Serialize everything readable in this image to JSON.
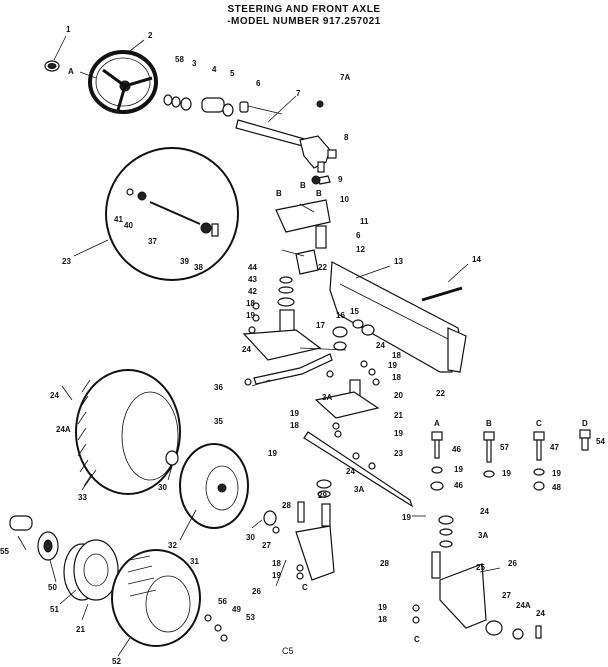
{
  "title": {
    "line1": "STEERING AND FRONT AXLE",
    "line2": "-MODEL NUMBER 917.257021"
  },
  "footer_code": "C5",
  "callouts": [
    {
      "id": "c1",
      "text": "1"
    },
    {
      "id": "c2",
      "text": "2"
    },
    {
      "id": "cA",
      "text": "A"
    },
    {
      "id": "c58",
      "text": "58"
    },
    {
      "id": "c3",
      "text": "3"
    },
    {
      "id": "c4",
      "text": "4"
    },
    {
      "id": "c5",
      "text": "5"
    },
    {
      "id": "c6",
      "text": "6"
    },
    {
      "id": "c7A",
      "text": "7A"
    },
    {
      "id": "c7",
      "text": "7"
    },
    {
      "id": "c8",
      "text": "8"
    },
    {
      "id": "c9",
      "text": "9"
    },
    {
      "id": "cB1",
      "text": "B"
    },
    {
      "id": "cB2",
      "text": "B"
    },
    {
      "id": "cB3",
      "text": "B"
    },
    {
      "id": "c10",
      "text": "10"
    },
    {
      "id": "c11",
      "text": "11"
    },
    {
      "id": "c6b",
      "text": "6"
    },
    {
      "id": "c12",
      "text": "12"
    },
    {
      "id": "c13",
      "text": "13"
    },
    {
      "id": "c14",
      "text": "14"
    },
    {
      "id": "c22a",
      "text": "22"
    },
    {
      "id": "c41",
      "text": "41"
    },
    {
      "id": "c40",
      "text": "40"
    },
    {
      "id": "c37",
      "text": "37"
    },
    {
      "id": "c39",
      "text": "39"
    },
    {
      "id": "c38",
      "text": "38"
    },
    {
      "id": "c23a",
      "text": "23"
    },
    {
      "id": "c44",
      "text": "44"
    },
    {
      "id": "c43",
      "text": "43"
    },
    {
      "id": "c42",
      "text": "42"
    },
    {
      "id": "c18a",
      "text": "18"
    },
    {
      "id": "c19a",
      "text": "19"
    },
    {
      "id": "c17",
      "text": "17"
    },
    {
      "id": "c16",
      "text": "16"
    },
    {
      "id": "c15",
      "text": "15"
    },
    {
      "id": "c24a",
      "text": "24"
    },
    {
      "id": "c24b",
      "text": "24"
    },
    {
      "id": "c18b",
      "text": "18"
    },
    {
      "id": "c19b",
      "text": "19"
    },
    {
      "id": "c3Aa",
      "text": "3A"
    },
    {
      "id": "c18c",
      "text": "18"
    },
    {
      "id": "c36",
      "text": "36"
    },
    {
      "id": "c22b",
      "text": "22"
    },
    {
      "id": "c20",
      "text": "20"
    },
    {
      "id": "c19c",
      "text": "19"
    },
    {
      "id": "c18d",
      "text": "18"
    },
    {
      "id": "c21",
      "text": "21"
    },
    {
      "id": "c24c",
      "text": "24"
    },
    {
      "id": "c24Aa",
      "text": "24A"
    },
    {
      "id": "c35",
      "text": "35"
    },
    {
      "id": "c19d",
      "text": "19"
    },
    {
      "id": "c19e",
      "text": "19"
    },
    {
      "id": "c23b",
      "text": "23"
    },
    {
      "id": "c24d",
      "text": "24"
    },
    {
      "id": "c3Ab",
      "text": "3A"
    },
    {
      "id": "cAb",
      "text": "A"
    },
    {
      "id": "c46a",
      "text": "46"
    },
    {
      "id": "c19f",
      "text": "19"
    },
    {
      "id": "c46b",
      "text": "46"
    },
    {
      "id": "cBb",
      "text": "B"
    },
    {
      "id": "c57",
      "text": "57"
    },
    {
      "id": "c19g",
      "text": "19"
    },
    {
      "id": "cC",
      "text": "C"
    },
    {
      "id": "c47",
      "text": "47"
    },
    {
      "id": "c19h",
      "text": "19"
    },
    {
      "id": "c48",
      "text": "48"
    },
    {
      "id": "cD",
      "text": "D"
    },
    {
      "id": "c54",
      "text": "54"
    },
    {
      "id": "c33",
      "text": "33"
    },
    {
      "id": "c30a",
      "text": "30"
    },
    {
      "id": "c32",
      "text": "32"
    },
    {
      "id": "c30b",
      "text": "30"
    },
    {
      "id": "c28a",
      "text": "28"
    },
    {
      "id": "c29",
      "text": "29"
    },
    {
      "id": "c27a",
      "text": "27"
    },
    {
      "id": "c31",
      "text": "31"
    },
    {
      "id": "c24e",
      "text": "24"
    },
    {
      "id": "c19i",
      "text": "19"
    },
    {
      "id": "c3Ac",
      "text": "3A"
    },
    {
      "id": "c26a",
      "text": "26"
    },
    {
      "id": "c18e",
      "text": "18"
    },
    {
      "id": "c19j",
      "text": "19"
    },
    {
      "id": "cCb",
      "text": "C"
    },
    {
      "id": "c28b",
      "text": "28"
    },
    {
      "id": "c25",
      "text": "25"
    },
    {
      "id": "c26b",
      "text": "26"
    },
    {
      "id": "c19k",
      "text": "19"
    },
    {
      "id": "c18f",
      "text": "18"
    },
    {
      "id": "cCc",
      "text": "C"
    },
    {
      "id": "c27b",
      "text": "27"
    },
    {
      "id": "c24Ab",
      "text": "24A"
    },
    {
      "id": "c24f",
      "text": "24"
    },
    {
      "id": "c55",
      "text": "55"
    },
    {
      "id": "c50",
      "text": "50"
    },
    {
      "id": "c51",
      "text": "51"
    },
    {
      "id": "c21b",
      "text": "21"
    },
    {
      "id": "c52",
      "text": "52"
    },
    {
      "id": "c56",
      "text": "56"
    },
    {
      "id": "c49",
      "text": "49"
    },
    {
      "id": "c53",
      "text": "53"
    }
  ]
}
